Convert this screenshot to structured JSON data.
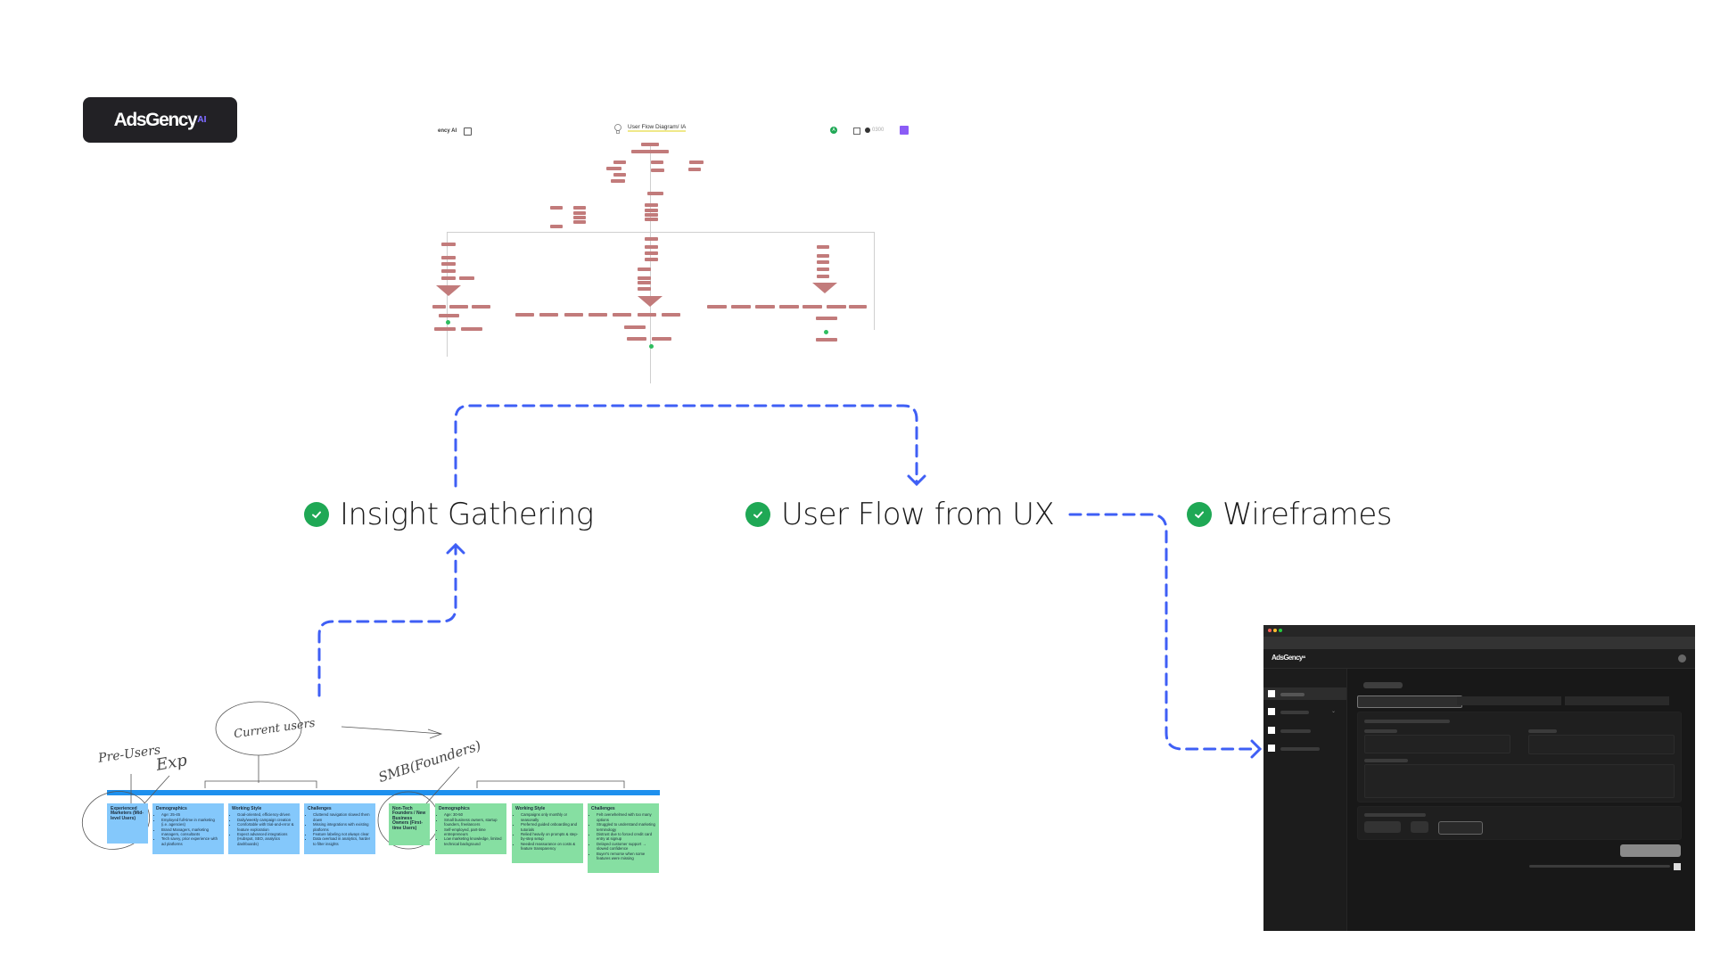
{
  "brand": {
    "logo_text": "AdsGency",
    "logo_suffix": "AI"
  },
  "stages": [
    {
      "label": "Insight Gathering",
      "status": "complete",
      "icon": "check-circle-icon"
    },
    {
      "label": "User Flow from UX",
      "status": "complete",
      "icon": "check-circle-icon"
    },
    {
      "label": "Wireframes",
      "status": "complete",
      "icon": "check-circle-icon"
    }
  ],
  "colors": {
    "connector": "#3f5ff5",
    "check": "#1fa855",
    "sticky_blue": "#84c8fb",
    "sticky_green": "#86dfa2",
    "flow_box": "#c27b7b",
    "wireframe_bg": "#1b1b1b"
  },
  "flow_thumbnail": {
    "toolbar_left": "ency AI",
    "title": "User Flow Diagram/ IA",
    "zoom_value": "0300",
    "avatar_letter": "A"
  },
  "insight_board": {
    "annotations": [
      "Pre-Users",
      "Exp",
      "Current users",
      "SMB(Founders)"
    ],
    "personas": [
      {
        "persona_label": "Experienced Marketers (Mid-level Users)",
        "notes": [
          {
            "title": "Demographics",
            "items": [
              "Age: 25-45",
              "Employed full-time in marketing (i.e. agencies)",
              "Brand Managers, marketing managers, consultants",
              "Tech savvy, prior experience with ad platforms"
            ]
          },
          {
            "title": "Working Style",
            "items": [
              "Goal-oriented, efficiency-driven",
              "Daily/weekly campaign creation",
              "Comfortable with trial-and-error & feature exploration",
              "Expect advanced integrations (Hubspot, SEO, analytics dashboards)"
            ]
          },
          {
            "title": "Challenges",
            "items": [
              "Cluttered navigation slowed them down",
              "Missing integrations with existing platforms",
              "Feature labeling not always clear",
              "Data overload in analytics, harder to filter insights"
            ]
          }
        ]
      },
      {
        "persona_label": "Non-Tech Founders / New Business Owners (First-time Users)",
        "notes": [
          {
            "title": "Demographics",
            "items": [
              "Age: 30-50",
              "Small business owners, startup founders, freelancers",
              "Self-employed, part-time entrepreneurs",
              "Low marketing knowledge, limited technical background"
            ]
          },
          {
            "title": "Working Style",
            "items": [
              "Campaigns only monthly or seasonally",
              "Preferred guided onboarding and tutorials",
              "Relied heavily on prompts & step-by-step setup",
              "Needed reassurance on costs & feature transparency"
            ]
          },
          {
            "title": "Challenges",
            "items": [
              "Felt overwhelmed with too many options",
              "Struggled to understand marketing terminology",
              "Distrust due to forced credit card entry at signup",
              "Delayed customer support → slowed confidence",
              "Buyer's remorse when some features were missing"
            ]
          }
        ]
      }
    ]
  },
  "wireframe": {
    "logo_text": "AdsGency",
    "logo_suffix": "AI"
  }
}
